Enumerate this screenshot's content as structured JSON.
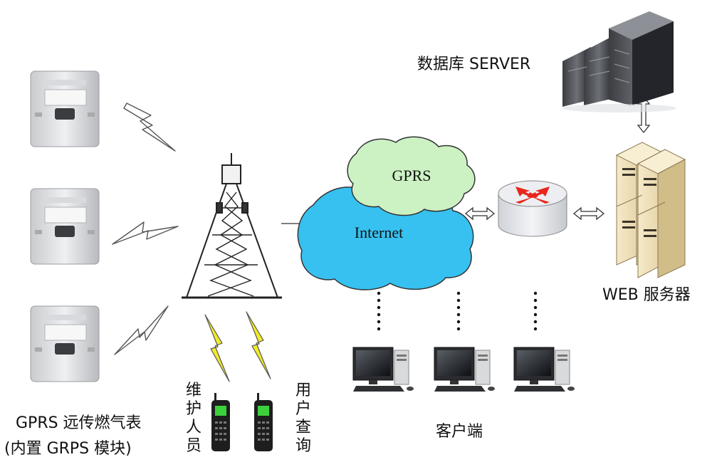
{
  "labels": {
    "server_db": "数据库 SERVER",
    "gprs_cloud": "GPRS",
    "internet_cloud": "Internet",
    "web_server": "WEB 服务器",
    "meter_line1": "GPRS 远传燃气表",
    "meter_line2": "(内置 GRPS 模块)",
    "client": "客户端",
    "maintenance_staff": "维护人员",
    "user_query": "用户查询"
  },
  "colors": {
    "gprs_cloud": "#ccf2c4",
    "internet_cloud": "#37c1f0",
    "router_red": "#e8261c",
    "lightning_yellow": "#f2ea2c",
    "phone_screen": "#3cd13c"
  },
  "icons": [
    "gas-meter-icon",
    "tower-icon",
    "router-icon",
    "server-rack-icon",
    "web-server-icon",
    "computer-icon",
    "mobile-phone-icon",
    "lightning-icon"
  ]
}
